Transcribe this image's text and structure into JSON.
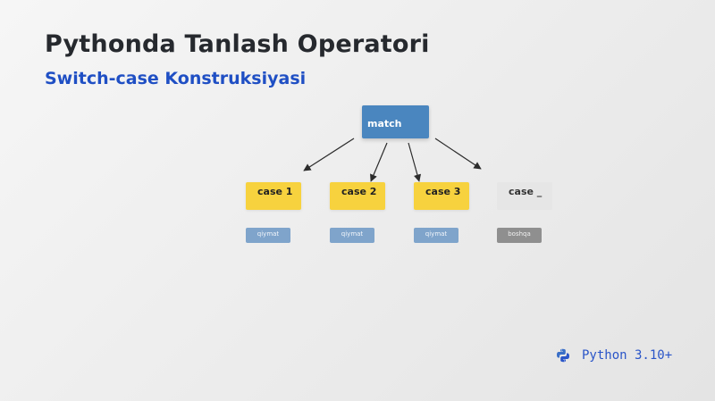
{
  "header": {
    "title": "Pythonda Tanlash Operatori",
    "subtitle": "Switch-case Konstruksiyasi"
  },
  "diagram": {
    "root": {
      "label": "match"
    },
    "cases": [
      {
        "label": "case 1",
        "value": "qiymat"
      },
      {
        "label": "case 2",
        "value": "qiymat"
      },
      {
        "label": "case 3",
        "value": "qiymat"
      },
      {
        "label": "case _",
        "value": "boshqa"
      }
    ]
  },
  "badge": {
    "icon": "python-logo-icon",
    "text": "Python 3.10+"
  },
  "colors": {
    "title": "#26292e",
    "subtitle": "#1f4fc4",
    "match_node": "#4a86bf",
    "case_node": "#f7d23e",
    "default_case_node": "#e6e6e6",
    "value_tag": "#7fa4cb",
    "default_value_tag": "#8f8f8f",
    "badge_text": "#2a55c8"
  }
}
